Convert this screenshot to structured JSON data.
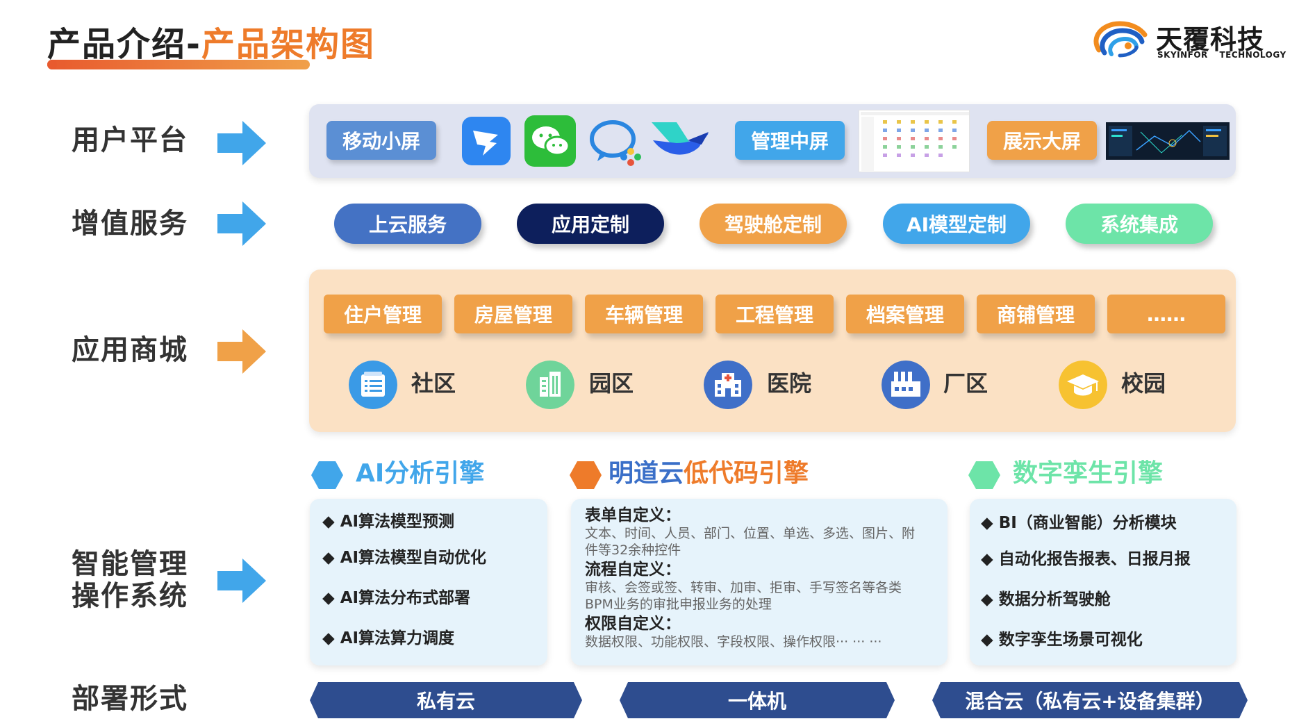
{
  "header": {
    "title_main": "产品介绍-",
    "title_highlight": "产品架构图",
    "logo_cn": "天覆科技",
    "logo_en": "SKYINFOR TECHNOLOGY"
  },
  "rows": {
    "user_platform": "用户平台",
    "value_added": "增值服务",
    "app_store": "应用商城",
    "smart_os_line1": "智能管理",
    "smart_os_line2": "操作系统",
    "deployment": "部署形式"
  },
  "user_platform": {
    "mobile": "移动小屏",
    "manage": "管理中屏",
    "display": "展示大屏",
    "app_icons": [
      "dingtalk-icon",
      "wechat-icon",
      "wecom-icon",
      "feishu-icon"
    ]
  },
  "value_added": [
    {
      "label": "上云服务",
      "color": "#4472c4"
    },
    {
      "label": "应用定制",
      "color": "#0d1f5c"
    },
    {
      "label": "驾驶舱定制",
      "color": "#f0a148"
    },
    {
      "label": "AI模型定制",
      "color": "#41a6ea"
    },
    {
      "label": "系统集成",
      "color": "#6de4a8"
    }
  ],
  "app_store": {
    "modules": [
      "住户管理",
      "房屋管理",
      "车辆管理",
      "工程管理",
      "档案管理",
      "商铺管理",
      "……"
    ],
    "scenes": [
      {
        "label": "社区",
        "icon": "document-list-icon",
        "color": "#3a9ae6"
      },
      {
        "label": "园区",
        "icon": "building-icon",
        "color": "#6fd49a"
      },
      {
        "label": "医院",
        "icon": "hospital-icon",
        "color": "#3f6fc8"
      },
      {
        "label": "厂区",
        "icon": "factory-icon",
        "color": "#3f6fc8"
      },
      {
        "label": "校园",
        "icon": "graduation-cap-icon",
        "color": "#f7c231"
      }
    ]
  },
  "engines": {
    "ai": {
      "title": "AI分析引擎",
      "color": "#41a6ea",
      "items": [
        "◆ AI算法模型预测",
        "◆ AI算法模型自动优化",
        "◆ AI算法分布式部署",
        "◆ AI算法算力调度"
      ]
    },
    "mingdao": {
      "title_a": "明道云",
      "title_b": "低代码引擎",
      "color_a": "#3a6fc8",
      "color_b": "#ee7b2a",
      "hex_color": "#ee7b2a",
      "form_h": "表单自定义：",
      "form_s1": "文本、时间、人员、部门、位置、单选、多选、图片、附",
      "form_s2": "件等32余种控件",
      "flow_h": "流程自定义：",
      "flow_s1": "审核、会签或签、转审、加审、拒审、手写签名等各类",
      "flow_s2": "BPM业务的审批申报业务的处理",
      "perm_h": "权限自定义：",
      "perm_s1": "数据权限、功能权限、字段权限、操作权限··· ··· ···"
    },
    "twin": {
      "title": "数字孪生引擎",
      "color": "#6de4a8",
      "items": [
        "◆ BI（商业智能）分析模块",
        "◆ 自动化报告报表、日报月报",
        "◆ 数据分析驾驶舱",
        "◆ 数字孪生场景可视化"
      ]
    }
  },
  "deployment": [
    "私有云",
    "一体机",
    "混合云（私有云+设备集群）"
  ],
  "colors": {
    "arrow_blue": "#41a6ea",
    "arrow_orange": "#f0a148",
    "deploy_navy": "#2e4d8f"
  }
}
